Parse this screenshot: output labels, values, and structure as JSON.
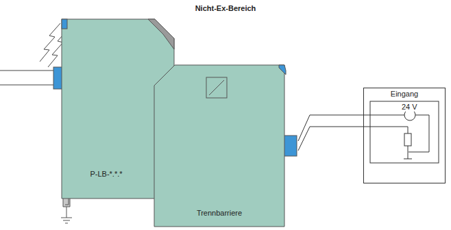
{
  "diagram": {
    "title": "Nicht-Ex-Bereich",
    "nodes": [
      {
        "text": [
          "P-LB-*.*.*"
        ]
      },
      {
        "text": [
          "Trennbarriere"
        ]
      },
      {
        "text": [
          "Eingang"
        ]
      }
    ],
    "edges": [
      {
        "from": 1,
        "to": 2,
        "arrow": "none"
      },
      {
        "from": 1,
        "to": 2,
        "arrow": "none"
      }
    ],
    "labels": [
      "24 V"
    ]
  }
}
